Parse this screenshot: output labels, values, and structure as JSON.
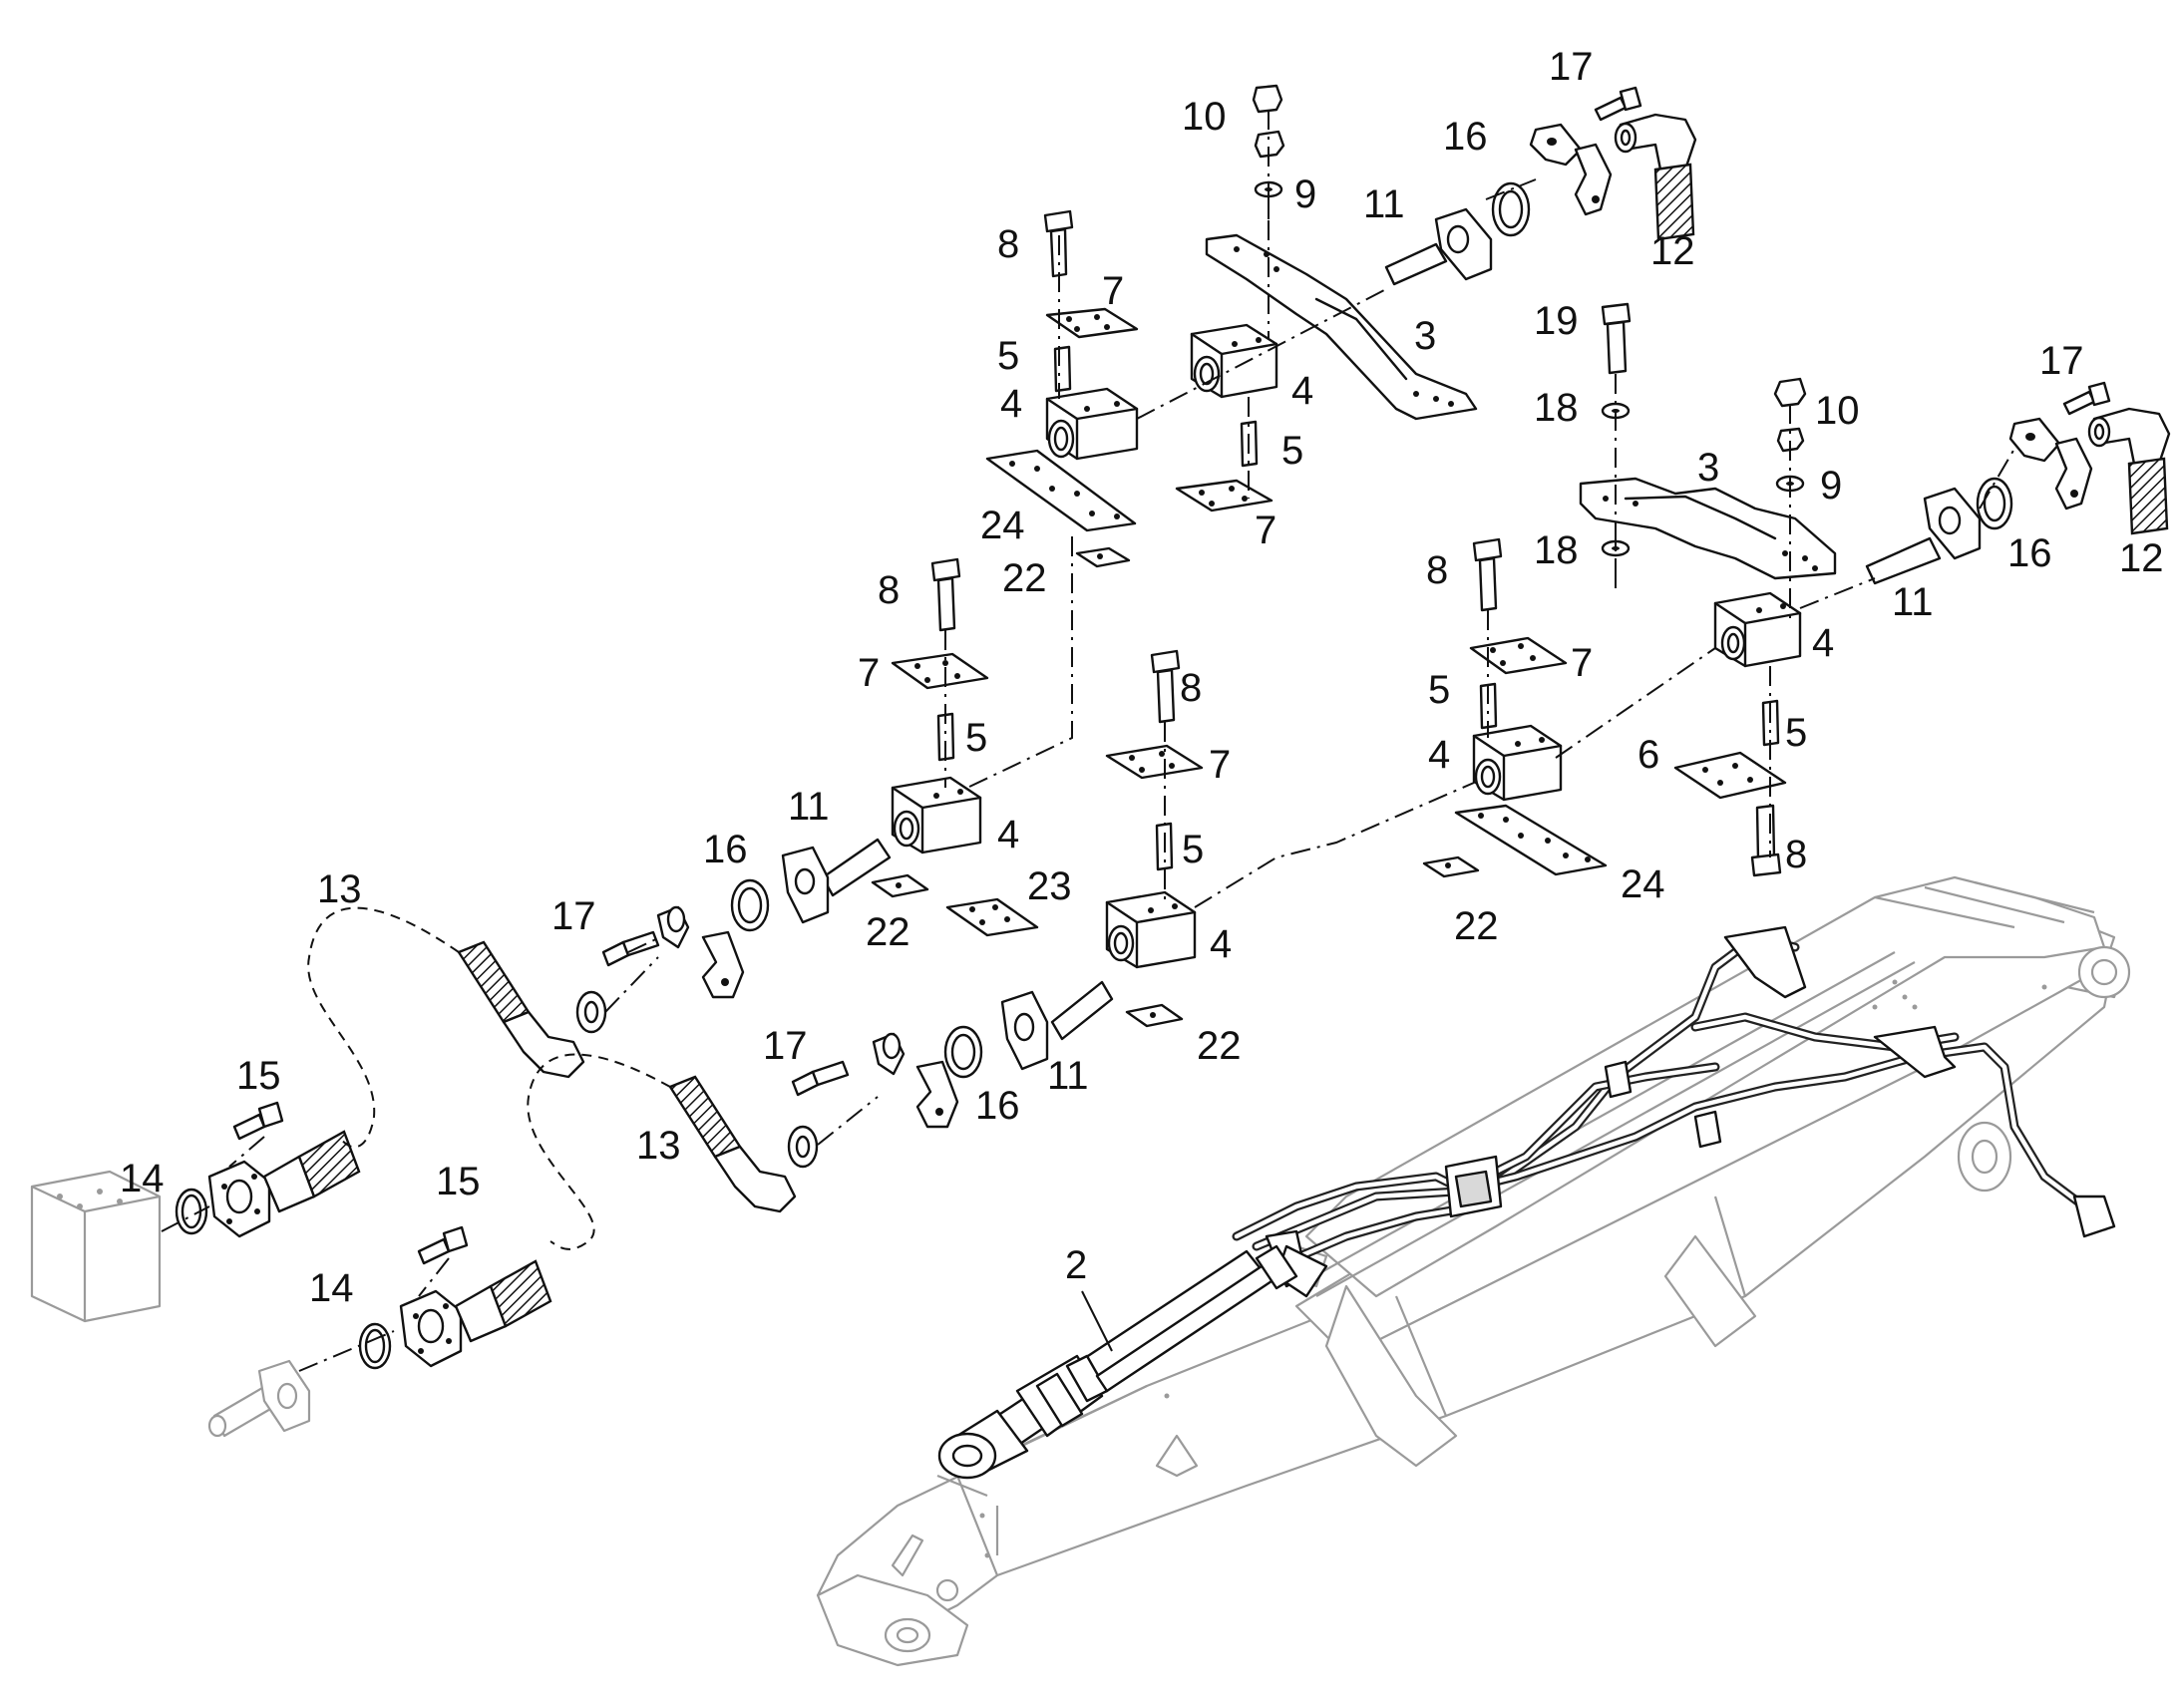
{
  "callouts": [
    {
      "id": "c1",
      "text": "17"
    },
    {
      "id": "c2",
      "text": "10"
    },
    {
      "id": "c3",
      "text": "16"
    },
    {
      "id": "c4",
      "text": "9"
    },
    {
      "id": "c5",
      "text": "11"
    },
    {
      "id": "c6",
      "text": "12"
    },
    {
      "id": "c7",
      "text": "8"
    },
    {
      "id": "c8",
      "text": "7"
    },
    {
      "id": "c9",
      "text": "3"
    },
    {
      "id": "c10",
      "text": "5"
    },
    {
      "id": "c11",
      "text": "4"
    },
    {
      "id": "c12",
      "text": "4"
    },
    {
      "id": "c13",
      "text": "19"
    },
    {
      "id": "c14",
      "text": "17"
    },
    {
      "id": "c15",
      "text": "5"
    },
    {
      "id": "c16",
      "text": "18"
    },
    {
      "id": "c17",
      "text": "10"
    },
    {
      "id": "c18",
      "text": "7"
    },
    {
      "id": "c19",
      "text": "24"
    },
    {
      "id": "c20",
      "text": "3"
    },
    {
      "id": "c21",
      "text": "9"
    },
    {
      "id": "c22",
      "text": "22"
    },
    {
      "id": "c23",
      "text": "18"
    },
    {
      "id": "c24",
      "text": "16"
    },
    {
      "id": "c25",
      "text": "12"
    },
    {
      "id": "c26",
      "text": "8"
    },
    {
      "id": "c27",
      "text": "8"
    },
    {
      "id": "c28",
      "text": "11"
    },
    {
      "id": "c29",
      "text": "4"
    },
    {
      "id": "c30",
      "text": "7"
    },
    {
      "id": "c31",
      "text": "7"
    },
    {
      "id": "c32",
      "text": "5"
    },
    {
      "id": "c33",
      "text": "8"
    },
    {
      "id": "c34",
      "text": "5"
    },
    {
      "id": "c35",
      "text": "7"
    },
    {
      "id": "c36",
      "text": "4"
    },
    {
      "id": "c37",
      "text": "5"
    },
    {
      "id": "c38",
      "text": "6"
    },
    {
      "id": "c39",
      "text": "11"
    },
    {
      "id": "c40",
      "text": "4"
    },
    {
      "id": "c41",
      "text": "16"
    },
    {
      "id": "c42",
      "text": "5"
    },
    {
      "id": "c43",
      "text": "8"
    },
    {
      "id": "c44",
      "text": "13"
    },
    {
      "id": "c45",
      "text": "23"
    },
    {
      "id": "c46",
      "text": "22"
    },
    {
      "id": "c47",
      "text": "24"
    },
    {
      "id": "c48",
      "text": "17"
    },
    {
      "id": "c49",
      "text": "4"
    },
    {
      "id": "c50",
      "text": "22"
    },
    {
      "id": "c51",
      "text": "22"
    },
    {
      "id": "c52",
      "text": "17"
    },
    {
      "id": "c53",
      "text": "15"
    },
    {
      "id": "c54",
      "text": "11"
    },
    {
      "id": "c55",
      "text": "16"
    },
    {
      "id": "c56",
      "text": "13"
    },
    {
      "id": "c57",
      "text": "14"
    },
    {
      "id": "c58",
      "text": "15"
    },
    {
      "id": "c59",
      "text": "2"
    },
    {
      "id": "c60",
      "text": "14"
    }
  ]
}
